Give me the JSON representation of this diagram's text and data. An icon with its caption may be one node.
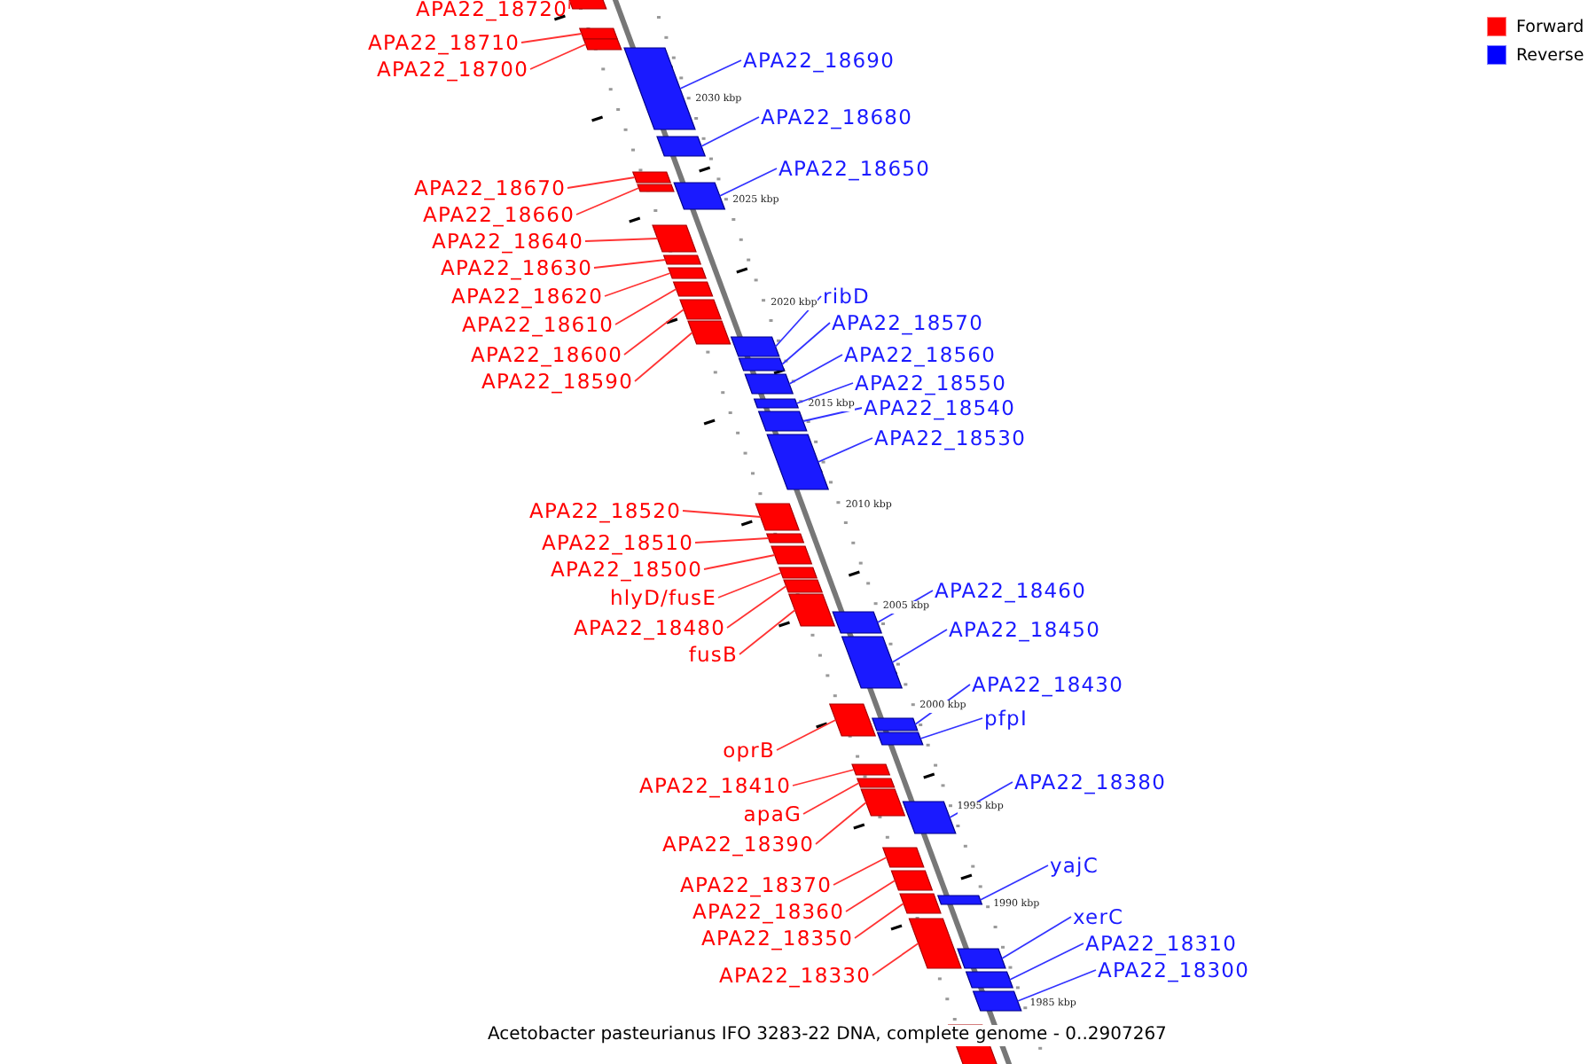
{
  "diagram": {
    "caption": "Acetobacter pasteurianus IFO 3283-22 DNA, complete genome - 0..2907267",
    "nodes": [
      {
        "text": [
          "APA22_18720"
        ]
      },
      {
        "text": [],
        "shape": "bar"
      },
      {
        "text": [
          "APA22_18710"
        ]
      },
      {
        "text": [],
        "shape": "bar"
      },
      {
        "text": [
          "APA22_18690"
        ]
      },
      {
        "text": [],
        "shape": "bar"
      },
      {
        "text": [
          "APA22_18700"
        ]
      },
      {
        "text": [],
        "shape": "bar"
      },
      {
        "text": [
          "APA22_18680"
        ]
      },
      {
        "text": [],
        "shape": "bar"
      },
      {
        "text": [
          "APA22_18650"
        ]
      },
      {
        "text": [],
        "shape": "bar"
      },
      {
        "text": [
          "APA22_18670"
        ]
      },
      {
        "text": [],
        "shape": "bar"
      },
      {
        "text": [
          "APA22_18660"
        ]
      },
      {
        "text": [],
        "shape": "bar"
      },
      {
        "text": [
          "APA22_18640"
        ]
      },
      {
        "text": [],
        "shape": "bar"
      },
      {
        "text": [
          "APA22_18630"
        ]
      },
      {
        "text": [],
        "shape": "bar"
      },
      {
        "text": [
          "APA22_18620"
        ]
      },
      {
        "text": [],
        "shape": "bar"
      },
      {
        "text": [
          "ribD"
        ]
      },
      {
        "text": [],
        "shape": "bar"
      },
      {
        "text": [
          "APA22_18570"
        ]
      },
      {
        "text": [],
        "shape": "bar"
      },
      {
        "text": [
          "APA22_18610"
        ]
      },
      {
        "text": [],
        "shape": "bar"
      },
      {
        "text": [
          "APA22_18600"
        ]
      },
      {
        "text": [],
        "shape": "bar"
      },
      {
        "text": [
          "APA22_18560"
        ]
      },
      {
        "text": [],
        "shape": "bar"
      },
      {
        "text": [
          "APA22_18590"
        ]
      },
      {
        "text": [],
        "shape": "bar"
      },
      {
        "text": [
          "APA22_18550"
        ]
      },
      {
        "text": [],
        "shape": "bar"
      },
      {
        "text": [
          "APA22_18540"
        ]
      },
      {
        "text": [],
        "shape": "bar"
      },
      {
        "text": [
          "APA22_18530"
        ]
      },
      {
        "text": [],
        "shape": "bar"
      },
      {
        "text": [
          "APA22_18520"
        ]
      },
      {
        "text": [],
        "shape": "bar"
      },
      {
        "text": [
          "APA22_18510"
        ]
      },
      {
        "text": [],
        "shape": "bar"
      },
      {
        "text": [
          "APA22_18500"
        ]
      },
      {
        "text": [],
        "shape": "bar"
      },
      {
        "text": [
          "APA22_18460"
        ]
      },
      {
        "text": [],
        "shape": "bar"
      },
      {
        "text": [
          "hlyD/fusE"
        ]
      },
      {
        "text": [],
        "shape": "bar"
      },
      {
        "text": [
          "APA22_18480"
        ]
      },
      {
        "text": [],
        "shape": "bar"
      },
      {
        "text": [
          "APA22_18450"
        ]
      },
      {
        "text": [],
        "shape": "bar"
      },
      {
        "text": [
          "fusB"
        ]
      },
      {
        "text": [],
        "shape": "bar"
      },
      {
        "text": [
          "APA22_18430"
        ]
      },
      {
        "text": [],
        "shape": "bar"
      },
      {
        "text": [
          "pfpI"
        ]
      },
      {
        "text": [],
        "shape": "bar"
      },
      {
        "text": [
          "oprB"
        ]
      },
      {
        "text": [],
        "shape": "bar"
      },
      {
        "text": [
          "APA22_18380"
        ]
      },
      {
        "text": [],
        "shape": "bar"
      },
      {
        "text": [
          "APA22_18410"
        ]
      },
      {
        "text": [],
        "shape": "bar"
      },
      {
        "text": [
          "apaG"
        ]
      },
      {
        "text": [],
        "shape": "bar"
      },
      {
        "text": [
          "APA22_18390"
        ]
      },
      {
        "text": [],
        "shape": "bar"
      },
      {
        "text": [
          "yajC"
        ]
      },
      {
        "text": [],
        "shape": "bar"
      },
      {
        "text": [
          "APA22_18370"
        ]
      },
      {
        "text": [],
        "shape": "bar"
      },
      {
        "text": [
          "APA22_18360"
        ]
      },
      {
        "text": [],
        "shape": "bar"
      },
      {
        "text": [
          "xerC"
        ]
      },
      {
        "text": [],
        "shape": "bar"
      },
      {
        "text": [
          "APA22_18350"
        ]
      },
      {
        "text": [],
        "shape": "bar"
      },
      {
        "text": [
          "APA22_18310"
        ]
      },
      {
        "text": [],
        "shape": "bar"
      },
      {
        "text": [
          "APA22_18300"
        ]
      },
      {
        "text": [],
        "shape": "bar"
      },
      {
        "text": [
          "APA22_18330"
        ]
      },
      {
        "text": [],
        "shape": "bar"
      },
      {
        "text": [],
        "shape": "bar"
      }
    ],
    "edges": [
      {
        "from": 0,
        "to": 1,
        "arrow": "none"
      },
      {
        "from": 2,
        "to": 3,
        "arrow": "none"
      },
      {
        "from": 4,
        "to": 5,
        "arrow": "none",
        "color": "#3333ff"
      },
      {
        "from": 6,
        "to": 7,
        "arrow": "none"
      },
      {
        "from": 8,
        "to": 9,
        "arrow": "none",
        "color": "#3333ff"
      },
      {
        "from": 10,
        "to": 11,
        "arrow": "none",
        "color": "#3333ff"
      },
      {
        "from": 12,
        "to": 13,
        "arrow": "none"
      },
      {
        "from": 14,
        "to": 15,
        "arrow": "none"
      },
      {
        "from": 16,
        "to": 17,
        "arrow": "none"
      },
      {
        "from": 18,
        "to": 19,
        "arrow": "none"
      },
      {
        "from": 20,
        "to": 21,
        "arrow": "none"
      },
      {
        "from": 22,
        "to": 23,
        "arrow": "none",
        "color": "#3333ff"
      },
      {
        "from": 24,
        "to": 25,
        "arrow": "none",
        "color": "#3333ff"
      },
      {
        "from": 26,
        "to": 27,
        "arrow": "none"
      },
      {
        "from": 28,
        "to": 29,
        "arrow": "none"
      },
      {
        "from": 30,
        "to": 31,
        "arrow": "none",
        "color": "#3333ff"
      },
      {
        "from": 32,
        "to": 33,
        "arrow": "none"
      },
      {
        "from": 34,
        "to": 35,
        "arrow": "none",
        "color": "#3333ff"
      },
      {
        "from": 36,
        "to": 37,
        "arrow": "none",
        "color": "#3333ff"
      },
      {
        "from": 38,
        "to": 39,
        "arrow": "none",
        "color": "#3333ff"
      },
      {
        "from": 40,
        "to": 41,
        "arrow": "none"
      },
      {
        "from": 42,
        "to": 43,
        "arrow": "none"
      },
      {
        "from": 44,
        "to": 45,
        "arrow": "none"
      },
      {
        "from": 46,
        "to": 47,
        "arrow": "none",
        "color": "#3333ff"
      },
      {
        "from": 48,
        "to": 49,
        "arrow": "none"
      },
      {
        "from": 50,
        "to": 51,
        "arrow": "none"
      },
      {
        "from": 52,
        "to": 53,
        "arrow": "none",
        "color": "#3333ff"
      },
      {
        "from": 54,
        "to": 55,
        "arrow": "none"
      },
      {
        "from": 56,
        "to": 57,
        "arrow": "none",
        "color": "#3333ff"
      },
      {
        "from": 58,
        "to": 59,
        "arrow": "none",
        "color": "#3333ff"
      },
      {
        "from": 60,
        "to": 61,
        "arrow": "none"
      },
      {
        "from": 62,
        "to": 63,
        "arrow": "none",
        "color": "#3333ff"
      },
      {
        "from": 64,
        "to": 65,
        "arrow": "none"
      },
      {
        "from": 66,
        "to": 67,
        "arrow": "none"
      },
      {
        "from": 68,
        "to": 69,
        "arrow": "none"
      },
      {
        "from": 70,
        "to": 71,
        "arrow": "none",
        "color": "#3333ff"
      },
      {
        "from": 72,
        "to": 73,
        "arrow": "none"
      },
      {
        "from": 74,
        "to": 75,
        "arrow": "none"
      },
      {
        "from": 76,
        "to": 77,
        "arrow": "none",
        "color": "#3333ff"
      },
      {
        "from": 78,
        "to": 79,
        "arrow": "none"
      },
      {
        "from": 80,
        "to": 81,
        "arrow": "none",
        "color": "#3333ff"
      },
      {
        "from": 82,
        "to": 83,
        "arrow": "none",
        "color": "#3333ff"
      },
      {
        "from": 84,
        "to": 85,
        "arrow": "none"
      }
    ],
    "labels": [
      "2030 kbp",
      "2025 kbp",
      "2020 kbp",
      "2015 kbp",
      "2010 kbp",
      "2005 kbp",
      "2000 kbp",
      "1995 kbp",
      "1990 kbp",
      "1985 kbp"
    ],
    "legend": [
      {
        "text": "Forward",
        "color": "#ff0000"
      },
      {
        "text": "Reverse",
        "color": "#0000ff"
      }
    ]
  }
}
